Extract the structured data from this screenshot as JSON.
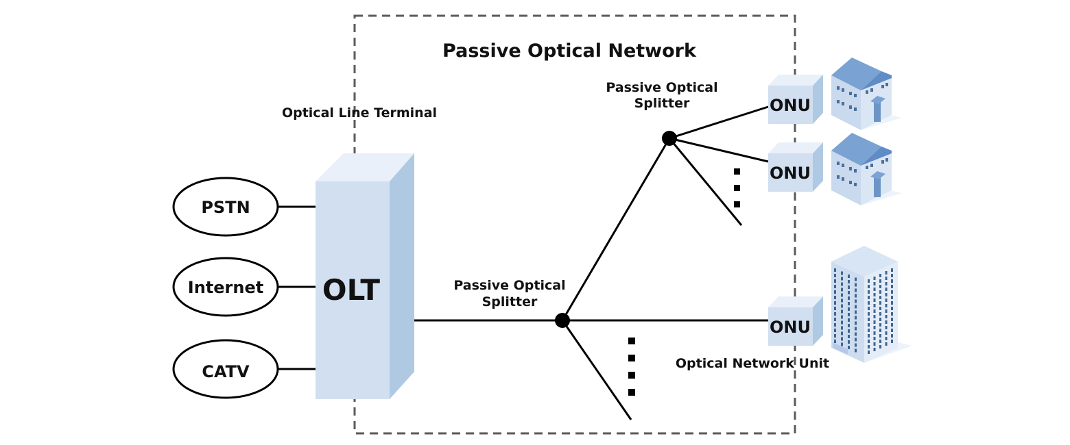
{
  "title": "Passive Optical Network",
  "olt": {
    "label": "OLT",
    "caption": "Optical Line Terminal"
  },
  "services": [
    "PSTN",
    "Internet",
    "CATV"
  ],
  "splitters": {
    "first": [
      "Passive Optical",
      "Splitter"
    ],
    "second": [
      "Passive Optical",
      "Splitter"
    ]
  },
  "onu": {
    "label": "ONU",
    "caption": "Optical Network Unit"
  },
  "colors": {
    "box_front": "#d1dff0",
    "box_side": "#b0c9e3",
    "box_top": "#e9f0fa",
    "dashed_border": "#5a5a5a"
  }
}
